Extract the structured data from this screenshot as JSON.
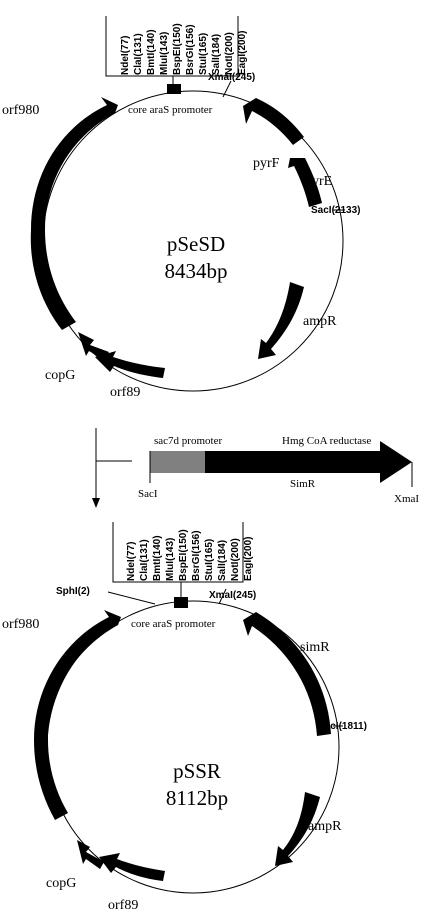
{
  "plasmid1": {
    "name": "pSeSD",
    "size": "8434bp",
    "restriction_sites": [
      "NdeI(77)",
      "ClaI(131)",
      "BmtI(140)",
      "MluI(143)",
      "BspEI(150)",
      "BsrGI(156)",
      "StuI(165)",
      "SalI(184)",
      "NotI(200)",
      "EagI(200)"
    ],
    "xmai": "XmaI(245)",
    "saci": "SacI(2133)",
    "promoter": "core araS promoter",
    "genes": {
      "orf980": "orf980",
      "pyrF": "pyrF",
      "pyrE": "pyrE",
      "ampR": "ampR",
      "copG": "copG",
      "orf89": "orf89"
    }
  },
  "insert": {
    "promoter": "sac7d promoter",
    "gene_desc": "Hmg CoA reductase",
    "gene": "SimR",
    "left_site": "SacI",
    "right_site": "XmaI",
    "promoter_color": "#808080"
  },
  "plasmid2": {
    "name": "pSSR",
    "size": "8112bp",
    "restriction_sites": [
      "NdeI(77)",
      "ClaI(131)",
      "BmtI(140)",
      "MluI(143)",
      "BspEI(150)",
      "BsrGI(156)",
      "StuI(165)",
      "SalI(184)",
      "NotI(200)",
      "EagI(200)"
    ],
    "xmai": "XmaI(245)",
    "sphi": "SphI(2)",
    "saci": "SacI(1811)",
    "promoter": "core araS promoter",
    "genes": {
      "orf980": "orf980",
      "simR": "simR",
      "ampR": "ampR",
      "copG": "copG",
      "orf89": "orf89"
    }
  }
}
